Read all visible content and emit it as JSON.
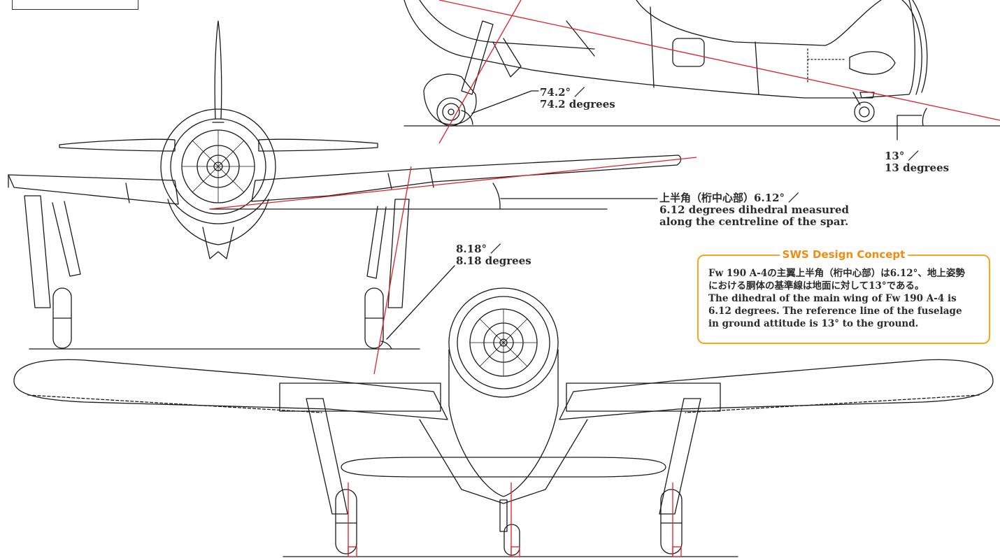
{
  "annotations": {
    "fuselage_angle": {
      "line1": "74.2° ／",
      "line2": "74.2 degrees"
    },
    "ground_angle": {
      "line1": "13° ／",
      "line2": "13 degrees"
    },
    "dihedral": {
      "line1": "上半角（桁中心部）6.12° ／",
      "line2": "6.12 degrees dihedral measured",
      "line3": "along the centreline of the spar."
    },
    "gear_angle": {
      "line1": "8.18° ／",
      "line2": "8.18 degrees"
    }
  },
  "concept": {
    "title": "SWS Design Concept",
    "lines": [
      "Fw 190 A-4の主翼上半角（桁中心部）は6.12°、地上姿勢",
      "における胴体の基準線は地面に対して13°である。",
      "The dihedral of the main wing of Fw 190 A-4 is",
      "6.12 degrees. The reference line of the fuselage",
      "in ground attitude is 13° to the ground."
    ]
  },
  "colors": {
    "linework": "#1a1a1a",
    "reference_line": "#e0202a",
    "concept_border": "#f5a623",
    "concept_title": "#f08c10"
  }
}
